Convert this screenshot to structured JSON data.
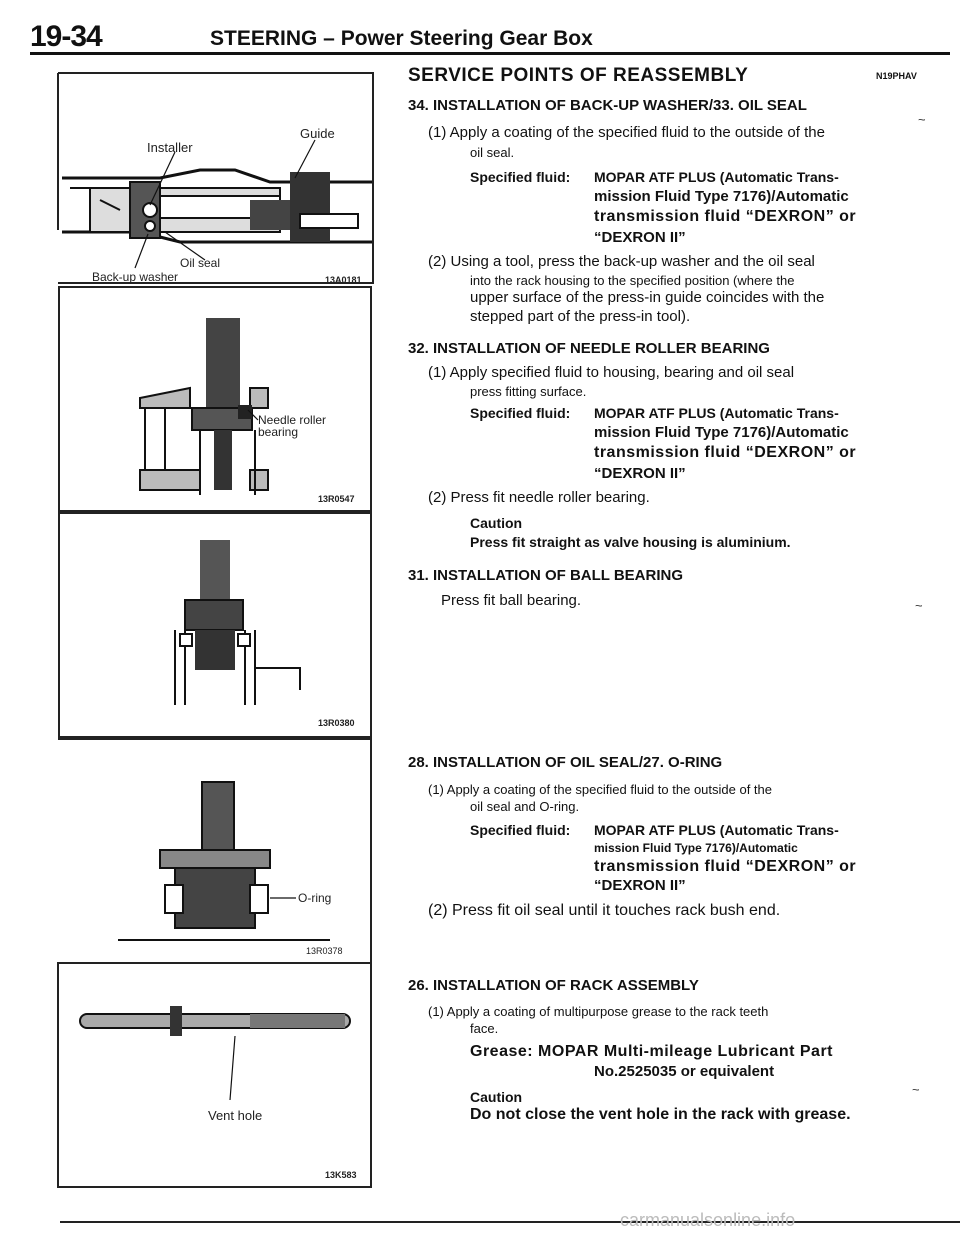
{
  "header": {
    "page_number": "19-34",
    "title": "STEERING – Power Steering Gear Box"
  },
  "figures": [
    {
      "code": "13A0181",
      "labels": {
        "installer": "Installer",
        "guide": "Guide",
        "oil_seal": "Oil seal",
        "backup_washer": "Back-up washer"
      }
    },
    {
      "code": "13R0547",
      "labels": {
        "needle_roller_1": "Needle roller",
        "needle_roller_2": "bearing"
      }
    },
    {
      "code": "13R0380",
      "labels": {}
    },
    {
      "code": "13R0378",
      "labels": {
        "o_ring": "O-ring"
      }
    },
    {
      "code": "13K583",
      "labels": {
        "vent_hole": "Vent hole"
      }
    }
  ],
  "section": {
    "title": "SERVICE POINTS OF REASSEMBLY",
    "code": "N19PHAV"
  },
  "steps": [
    {
      "heading": "34. INSTALLATION OF BACK-UP WASHER/33. OIL SEAL",
      "items": [
        {
          "line1": "(1) Apply a coating of the specified fluid to the outside of the",
          "line2": "oil seal."
        },
        {
          "spec_label": "Specified fluid:",
          "spec_line1": "MOPAR ATF PLUS (Automatic Trans-",
          "spec_line2": "mission Fluid Type 7176)/Automatic",
          "spec_line3": "transmission fluid “DEXRON” or",
          "spec_line4": "“DEXRON II”"
        },
        {
          "line1": "(2) Using a tool, press the back-up washer and the oil seal",
          "line2": "into the rack housing to the specified position (where the",
          "line3": "upper surface of the press-in guide coincides with the",
          "line4": "stepped part of the press-in tool)."
        }
      ]
    },
    {
      "heading": "32. INSTALLATION OF NEEDLE ROLLER BEARING",
      "items": [
        {
          "line1": "(1) Apply specified fluid to housing, bearing and oil seal",
          "line2": "press fitting surface."
        },
        {
          "spec_label": "Specified fluid:",
          "spec_line1": "MOPAR ATF PLUS (Automatic Trans-",
          "spec_line2": "mission Fluid Type 7176)/Automatic",
          "spec_line3": "transmission fluid “DEXRON” or",
          "spec_line4": "“DEXRON II”"
        },
        {
          "line1": "(2) Press fit needle roller bearing."
        },
        {
          "caution_label": "Caution",
          "caution_text": "Press fit straight as valve housing is aluminium."
        }
      ]
    },
    {
      "heading": "31. INSTALLATION OF BALL BEARING",
      "items": [
        {
          "line1": "Press fit ball bearing."
        }
      ]
    },
    {
      "heading": "28. INSTALLATION OF OIL SEAL/27. O-RING",
      "items": [
        {
          "line1": "(1) Apply a coating of the specified fluid to the outside of the",
          "line2": "oil seal and O-ring."
        },
        {
          "spec_label": "Specified fluid:",
          "spec_line1": "MOPAR ATF PLUS (Automatic Trans-",
          "spec_line2": "mission Fluid Type 7176)/Automatic",
          "spec_line3": "transmission fluid “DEXRON” or",
          "spec_line4": "“DEXRON II”"
        },
        {
          "line1": "(2) Press fit oil seal until it touches rack bush end."
        }
      ]
    },
    {
      "heading": "26. INSTALLATION OF RACK ASSEMBLY",
      "items": [
        {
          "line1": "(1) Apply a coating of multipurpose grease to the rack teeth",
          "line2": "face."
        },
        {
          "grease_line1": "Grease: MOPAR Multi-mileage Lubricant Part",
          "grease_line2": "No.2525035 or equivalent"
        },
        {
          "caution_label": "Caution",
          "caution_text": "Do not close the vent hole in the rack with grease."
        }
      ]
    }
  ],
  "footer": {
    "watermark": "carmanualsonline.info"
  }
}
